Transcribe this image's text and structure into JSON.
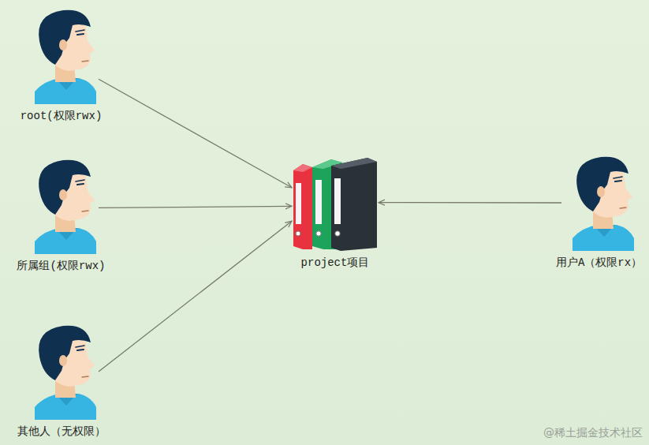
{
  "diagram": {
    "nodes": [
      {
        "text": [
          "root(权限rwx)"
        ]
      },
      {
        "text": [
          "所属组(权限rwx)"
        ]
      },
      {
        "text": [
          "其他人（无权限）"
        ]
      },
      {
        "text": [
          "project项目"
        ]
      },
      {
        "text": [
          "用户A（权限rx）"
        ]
      }
    ],
    "edges": [
      {
        "from": 0,
        "to": 3,
        "arrow": "to"
      },
      {
        "from": 1,
        "to": 3,
        "arrow": "to"
      },
      {
        "from": 2,
        "to": 3,
        "arrow": "to"
      },
      {
        "from": 4,
        "to": 3,
        "arrow": "to"
      }
    ],
    "labels": [
      "@稀土掘金技术社区"
    ]
  }
}
